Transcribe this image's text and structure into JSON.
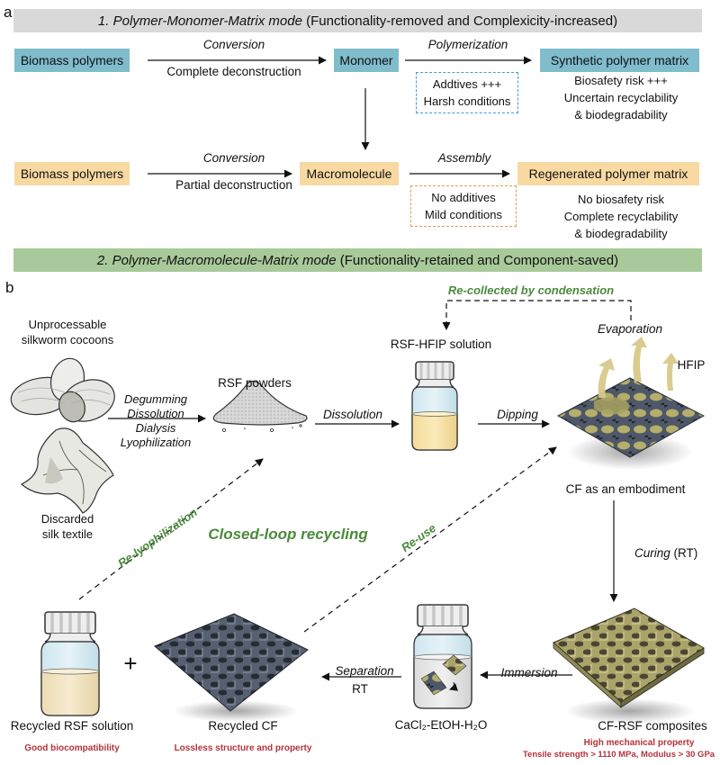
{
  "panel_a": {
    "letter": "a",
    "mode1": {
      "title_italic": "1. Polymer-Monomer-Matrix mode",
      "title_rest": " (Functionality-removed and Complexicity-increased)",
      "color": "#d9d9d9",
      "box_color": "#7fbccc",
      "nodes": [
        "Biomass polymers",
        "Monomer",
        "Synthetic polymer matrix"
      ],
      "step1": {
        "above": "Conversion",
        "below": "Complete deconstruction"
      },
      "step2": {
        "above": "Polymerization",
        "conditions": [
          "Addtives +++",
          "Harsh conditions"
        ]
      },
      "outcomes": [
        "Biosafety risk +++",
        "Uncertain recyclability",
        "& biodegradability"
      ]
    },
    "mode2": {
      "title_italic": "2. Polymer-Macromolecule-Matrix mode",
      "title_rest": " (Functionality-retained and Component-saved)",
      "color": "#a8c99a",
      "box_color": "#f8d9a2",
      "nodes": [
        "Biomass polymers",
        "Macromolecule",
        "Regenerated polymer matrix"
      ],
      "step1": {
        "above": "Conversion",
        "below": "Partial deconstruction"
      },
      "step2": {
        "above": "Assembly",
        "conditions": [
          "No additives",
          "Mild conditions"
        ]
      },
      "outcomes": [
        "No biosafety risk",
        "Complete recyclability",
        "& biodegradability"
      ]
    }
  },
  "panel_b": {
    "letter": "b",
    "sources": [
      "Unprocessable\nsilkworm cocoons",
      "Discarded\nsilk textile"
    ],
    "source_line1": "Unprocessable",
    "source_line2": "silkworm cocoons",
    "source2_line1": "Discarded",
    "source2_line2": "silk textile",
    "process_steps": [
      "Degumming",
      "Dissolution",
      "Dialysis",
      "Lyophilization"
    ],
    "rsf_powders": "RSF powders",
    "dissolution": "Dissolution",
    "rsf_hfip": "RSF-HFIP solution",
    "dipping": "Dipping",
    "recollected": "Re-collected by condensation",
    "evaporation": "Evaporation",
    "hfip": "HFIP",
    "cf_embodiment": "CF as an embodiment",
    "curing": "Curing",
    "curing_cond": " (RT)",
    "closed_loop": "Closed-loop recycling",
    "relyophilization": "Re-lyophilization",
    "reuse": "Re-use",
    "composites": "CF-RSF composites",
    "composites_note1": "High mechanical property",
    "composites_note2": "Tensile strength > 1110 MPa, Modulus > 30 GPa",
    "immersion": "Immersion",
    "solvent": "CaCl₂-EtOH-H₂O",
    "separation": "Separation",
    "separation_cond": "RT",
    "recycled_cf": "Recycled CF",
    "recycled_cf_note": "Lossless structure and property",
    "recycled_rsf": "Recycled RSF solution",
    "recycled_rsf_note": "Good biocompatibility",
    "plus": "+"
  }
}
